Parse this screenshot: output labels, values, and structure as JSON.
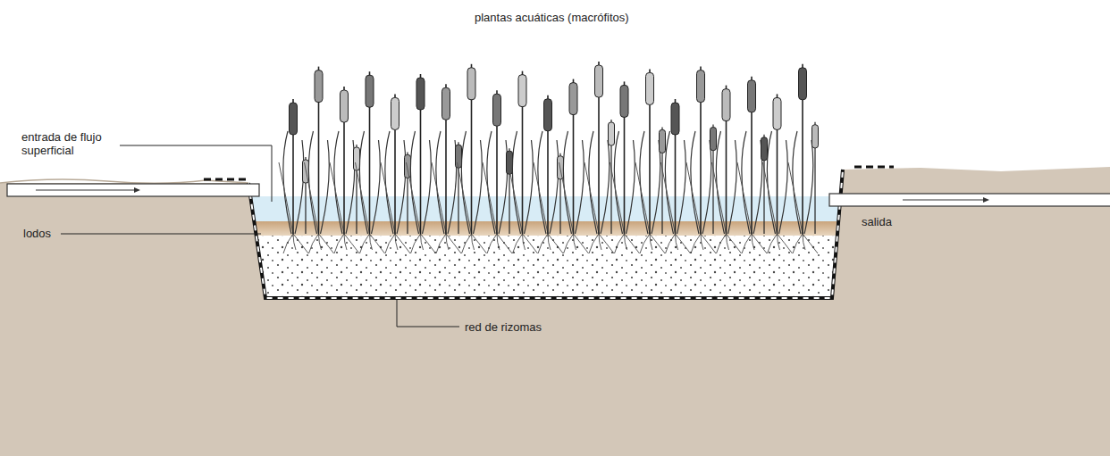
{
  "diagram": {
    "labels": [
      "plantas acuáticas (macrófitos)",
      "entrada de flujo superficial",
      "lodos",
      "red de rizomas",
      "salida"
    ]
  }
}
